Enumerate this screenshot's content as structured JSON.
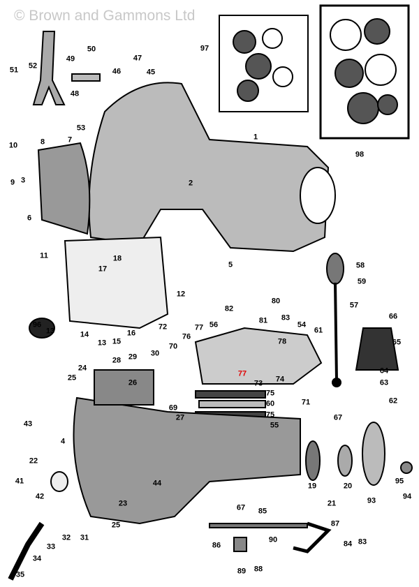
{
  "watermark": "© Brown and Gammons Ltd",
  "highlight_color": "#e00000",
  "labels": [
    "97",
    "98",
    "51",
    "52",
    "49",
    "50",
    "47",
    "46",
    "45",
    "48",
    "53",
    "1",
    "10",
    "8",
    "7",
    "9",
    "3",
    "2",
    "6",
    "11",
    "17",
    "18",
    "5",
    "12",
    "96",
    "13",
    "14",
    "13",
    "15",
    "16",
    "58",
    "59",
    "57",
    "80",
    "81",
    "83",
    "82",
    "56",
    "54",
    "61",
    "66",
    "65",
    "72",
    "77",
    "76",
    "70",
    "30",
    "78",
    "77",
    "74",
    "73",
    "75",
    "60",
    "75",
    "71",
    "64",
    "63",
    "62",
    "67",
    "28",
    "29",
    "24",
    "25",
    "26",
    "69",
    "27",
    "55",
    "43",
    "4",
    "22",
    "41",
    "42",
    "44",
    "23",
    "25",
    "19",
    "21",
    "20",
    "93",
    "95",
    "94",
    "67",
    "85",
    "87",
    "90",
    "86",
    "89",
    "88",
    "84",
    "83",
    "32",
    "31",
    "33",
    "34",
    "35"
  ],
  "highlighted_label": "77"
}
